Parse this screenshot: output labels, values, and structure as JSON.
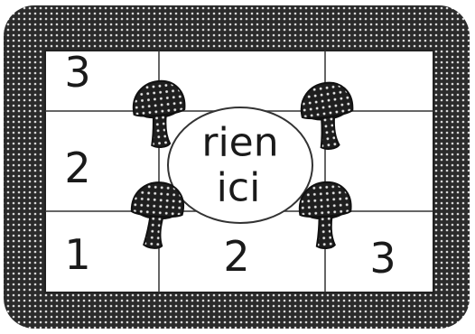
{
  "board": {
    "top_row": [
      "3",
      "",
      ""
    ],
    "middle_row": [
      "2",
      "",
      ""
    ],
    "bottom_row": [
      "1",
      "2",
      "3"
    ],
    "center": {
      "line1": "rien",
      "line2": "ici"
    },
    "mushroom_icon": "mushroom-icon",
    "colors": {
      "frame": "#2b2b2b",
      "ink": "#1a1a1a",
      "background": "#ffffff"
    }
  }
}
